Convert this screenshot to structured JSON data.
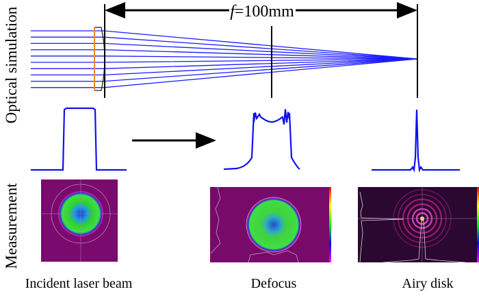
{
  "side_labels": {
    "optical": "Optical simulation",
    "measurement": "Measurement"
  },
  "focal": {
    "symbol": "f",
    "value": "=100mm"
  },
  "captions": {
    "incident": "Incident laser beam",
    "defocus": "Defocus",
    "airy": "Airy disk"
  },
  "colors": {
    "ray": "#1a1aff",
    "profile": "#1010ee",
    "lens_edge": "#e08a30",
    "magenta": "#7a0a6e",
    "dark": "#2a0830"
  }
}
